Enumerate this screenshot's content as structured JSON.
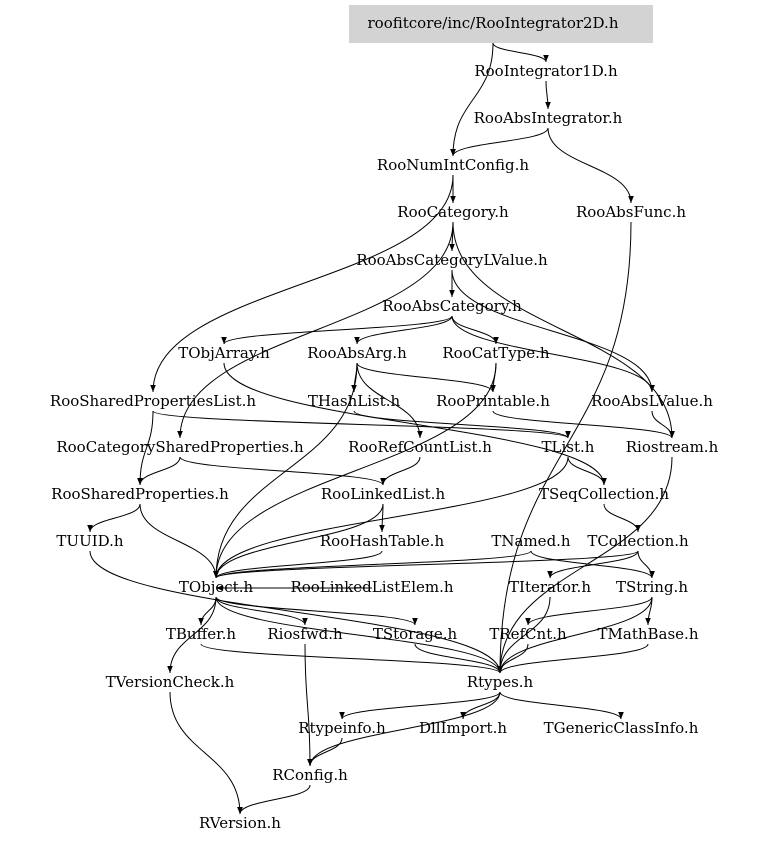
{
  "title": "roofitcore/inc/RooIntegrator2D.h",
  "root_fill": "#d3d3d3",
  "nodes": [
    {
      "id": "root",
      "label": "roofitcore/inc/RooIntegrator2D.h"
    },
    {
      "id": "RooIntegrator1D",
      "label": "RooIntegrator1D.h"
    },
    {
      "id": "RooAbsIntegrator",
      "label": "RooAbsIntegrator.h"
    },
    {
      "id": "RooNumIntConfig",
      "label": "RooNumIntConfig.h"
    },
    {
      "id": "RooCategory",
      "label": "RooCategory.h"
    },
    {
      "id": "RooAbsFunc",
      "label": "RooAbsFunc.h"
    },
    {
      "id": "RooAbsCategoryLValue",
      "label": "RooAbsCategoryLValue.h"
    },
    {
      "id": "RooAbsCategory",
      "label": "RooAbsCategory.h"
    },
    {
      "id": "TObjArray",
      "label": "TObjArray.h"
    },
    {
      "id": "RooAbsArg",
      "label": "RooAbsArg.h"
    },
    {
      "id": "RooCatType",
      "label": "RooCatType.h"
    },
    {
      "id": "RooSharedPropertiesList",
      "label": "RooSharedPropertiesList.h"
    },
    {
      "id": "THashList",
      "label": "THashList.h"
    },
    {
      "id": "RooPrintable",
      "label": "RooPrintable.h"
    },
    {
      "id": "RooAbsLValue",
      "label": "RooAbsLValue.h"
    },
    {
      "id": "RooCategorySharedProperties",
      "label": "RooCategorySharedProperties.h"
    },
    {
      "id": "RooRefCountList",
      "label": "RooRefCountList.h"
    },
    {
      "id": "TList",
      "label": "TList.h"
    },
    {
      "id": "Riostream",
      "label": "Riostream.h"
    },
    {
      "id": "RooSharedProperties",
      "label": "RooSharedProperties.h"
    },
    {
      "id": "RooLinkedList",
      "label": "RooLinkedList.h"
    },
    {
      "id": "TSeqCollection",
      "label": "TSeqCollection.h"
    },
    {
      "id": "TUUID",
      "label": "TUUID.h"
    },
    {
      "id": "RooHashTable",
      "label": "RooHashTable.h"
    },
    {
      "id": "TNamed",
      "label": "TNamed.h"
    },
    {
      "id": "TCollection",
      "label": "TCollection.h"
    },
    {
      "id": "TObject",
      "label": "TObject.h"
    },
    {
      "id": "RooLinkedListElem",
      "label": "RooLinkedListElem.h"
    },
    {
      "id": "TIterator",
      "label": "TIterator.h"
    },
    {
      "id": "TString",
      "label": "TString.h"
    },
    {
      "id": "TBuffer",
      "label": "TBuffer.h"
    },
    {
      "id": "Riosfwd",
      "label": "Riosfwd.h"
    },
    {
      "id": "TStorage",
      "label": "TStorage.h"
    },
    {
      "id": "TRefCnt",
      "label": "TRefCnt.h"
    },
    {
      "id": "TMathBase",
      "label": "TMathBase.h"
    },
    {
      "id": "TVersionCheck",
      "label": "TVersionCheck.h"
    },
    {
      "id": "Rtypes",
      "label": "Rtypes.h"
    },
    {
      "id": "Rtypeinfo",
      "label": "Rtypeinfo.h"
    },
    {
      "id": "DllImport",
      "label": "DllImport.h"
    },
    {
      "id": "TGenericClassInfo",
      "label": "TGenericClassInfo.h"
    },
    {
      "id": "RConfig",
      "label": "RConfig.h"
    },
    {
      "id": "RVersion",
      "label": "RVersion.h"
    }
  ],
  "edges": [
    [
      "root",
      "RooIntegrator1D"
    ],
    [
      "root",
      "RooNumIntConfig"
    ],
    [
      "RooIntegrator1D",
      "RooAbsIntegrator"
    ],
    [
      "RooAbsIntegrator",
      "RooNumIntConfig"
    ],
    [
      "RooAbsIntegrator",
      "RooAbsFunc"
    ],
    [
      "RooNumIntConfig",
      "RooCategory"
    ],
    [
      "RooNumIntConfig",
      "RooSharedPropertiesList"
    ],
    [
      "RooCategory",
      "RooAbsCategoryLValue"
    ],
    [
      "RooCategory",
      "RooCategorySharedProperties"
    ],
    [
      "RooCategory",
      "Riostream"
    ],
    [
      "RooAbsCategoryLValue",
      "RooAbsCategory"
    ],
    [
      "RooAbsCategoryLValue",
      "RooAbsLValue"
    ],
    [
      "RooAbsCategory",
      "TObjArray"
    ],
    [
      "RooAbsCategory",
      "RooAbsArg"
    ],
    [
      "RooAbsCategory",
      "RooCatType"
    ],
    [
      "RooAbsCategory",
      "RooAbsLValue"
    ],
    [
      "RooAbsArg",
      "THashList"
    ],
    [
      "RooAbsArg",
      "RooPrintable"
    ],
    [
      "RooAbsArg",
      "RooRefCountList"
    ],
    [
      "RooAbsArg",
      "TObject"
    ],
    [
      "RooCatType",
      "RooPrintable"
    ],
    [
      "RooCatType",
      "TObject"
    ],
    [
      "TObjArray",
      "TSeqCollection"
    ],
    [
      "THashList",
      "TList"
    ],
    [
      "RooPrintable",
      "Riostream"
    ],
    [
      "RooAbsLValue",
      "Riostream"
    ],
    [
      "RooSharedPropertiesList",
      "RooSharedProperties"
    ],
    [
      "RooSharedPropertiesList",
      "TList"
    ],
    [
      "RooCategorySharedProperties",
      "RooSharedProperties"
    ],
    [
      "RooCategorySharedProperties",
      "RooLinkedList"
    ],
    [
      "RooRefCountList",
      "RooLinkedList"
    ],
    [
      "TList",
      "TSeqCollection"
    ],
    [
      "TList",
      "TObject"
    ],
    [
      "RooLinkedList",
      "RooHashTable"
    ],
    [
      "RooLinkedList",
      "TObject"
    ],
    [
      "TSeqCollection",
      "TCollection"
    ],
    [
      "RooSharedProperties",
      "TUUID"
    ],
    [
      "RooSharedProperties",
      "TObject"
    ],
    [
      "TUUID",
      "Rtypes"
    ],
    [
      "RooHashTable",
      "TObject"
    ],
    [
      "TNamed",
      "TObject"
    ],
    [
      "TNamed",
      "TString"
    ],
    [
      "TCollection",
      "TObject"
    ],
    [
      "TCollection",
      "TIterator"
    ],
    [
      "TCollection",
      "TString"
    ],
    [
      "TObject",
      "TBuffer"
    ],
    [
      "TObject",
      "Riosfwd"
    ],
    [
      "TObject",
      "TStorage"
    ],
    [
      "TObject",
      "TVersionCheck"
    ],
    [
      "TObject",
      "Rtypes"
    ],
    [
      "RooLinkedListElem",
      "TObject"
    ],
    [
      "TIterator",
      "Rtypes"
    ],
    [
      "TString",
      "TRefCnt"
    ],
    [
      "TString",
      "TMathBase"
    ],
    [
      "TString",
      "Rtypes"
    ],
    [
      "TBuffer",
      "Rtypes"
    ],
    [
      "Riosfwd",
      "RConfig"
    ],
    [
      "TStorage",
      "Rtypes"
    ],
    [
      "TRefCnt",
      "Rtypes"
    ],
    [
      "TMathBase",
      "Rtypes"
    ],
    [
      "TVersionCheck",
      "RVersion"
    ],
    [
      "Rtypes",
      "Rtypeinfo"
    ],
    [
      "Rtypes",
      "DllImport"
    ],
    [
      "Rtypes",
      "TGenericClassInfo"
    ],
    [
      "Rtypes",
      "RConfig"
    ],
    [
      "Rtypeinfo",
      "RConfig"
    ],
    [
      "RConfig",
      "RVersion"
    ],
    [
      "RooAbsFunc",
      "Rtypes"
    ],
    [
      "Riostream",
      "Rtypes"
    ]
  ]
}
